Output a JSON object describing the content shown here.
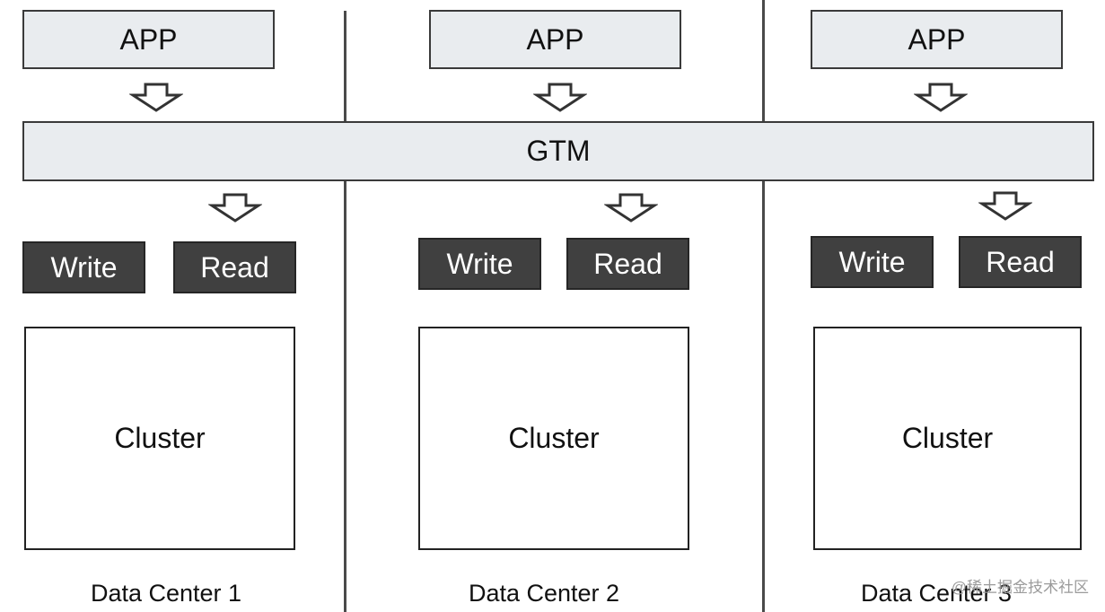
{
  "gtm": {
    "label": "GTM"
  },
  "datacenters": [
    {
      "app": "APP",
      "write": "Write",
      "read": "Read",
      "cluster": "Cluster",
      "name": "Data Center 1"
    },
    {
      "app": "APP",
      "write": "Write",
      "read": "Read",
      "cluster": "Cluster",
      "name": "Data Center 2"
    },
    {
      "app": "APP",
      "write": "Write",
      "read": "Read",
      "cluster": "Cluster",
      "name": "Data Center 3"
    }
  ],
  "watermark": "@稀土掘金技术社区"
}
